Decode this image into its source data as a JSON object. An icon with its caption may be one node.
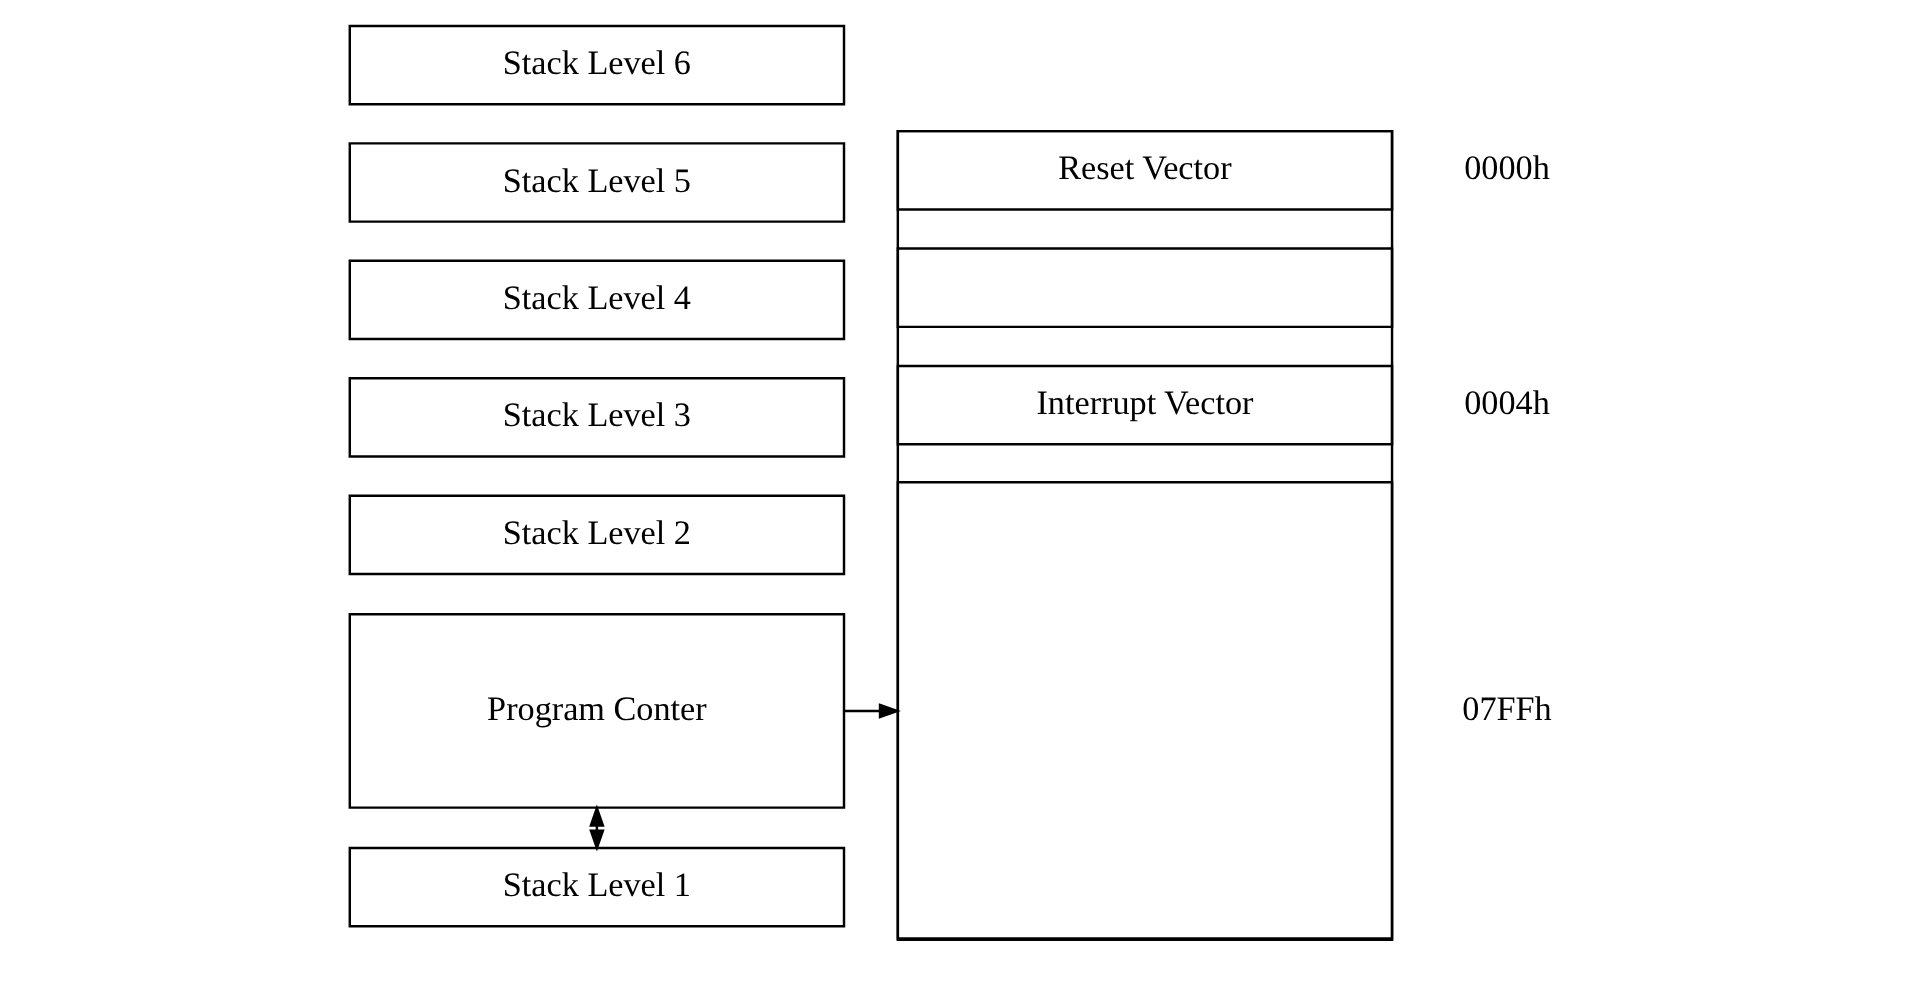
{
  "diagram": {
    "nodes": [
      {
        "text": [
          "Program Conter"
        ]
      },
      {
        "text": [
          "Stack Level 1"
        ]
      },
      {
        "text": [
          "Stack Level 2"
        ]
      },
      {
        "text": [
          "Stack Level 3"
        ]
      },
      {
        "text": [
          "Stack Level 4"
        ]
      },
      {
        "text": [
          "Stack Level 5"
        ]
      },
      {
        "text": [
          "Stack Level 6"
        ]
      },
      {
        "text": [],
        "shape": "box"
      },
      {
        "text": [
          "Reset Vector"
        ],
        "in": 7,
        "beside": [
          "0000h"
        ]
      },
      {
        "text": [],
        "shape": "box",
        "in": 7
      },
      {
        "text": [
          "Interrupt Vector"
        ],
        "in": 7,
        "beside": [
          "0004h"
        ]
      },
      {
        "text": [],
        "shape": "box",
        "in": 7,
        "beside": [
          "07FFh"
        ]
      }
    ],
    "edges": [
      {
        "from": 0,
        "to": 1,
        "arrow": "both"
      },
      {
        "from": 0,
        "to": 11,
        "arrow": "to"
      }
    ]
  }
}
